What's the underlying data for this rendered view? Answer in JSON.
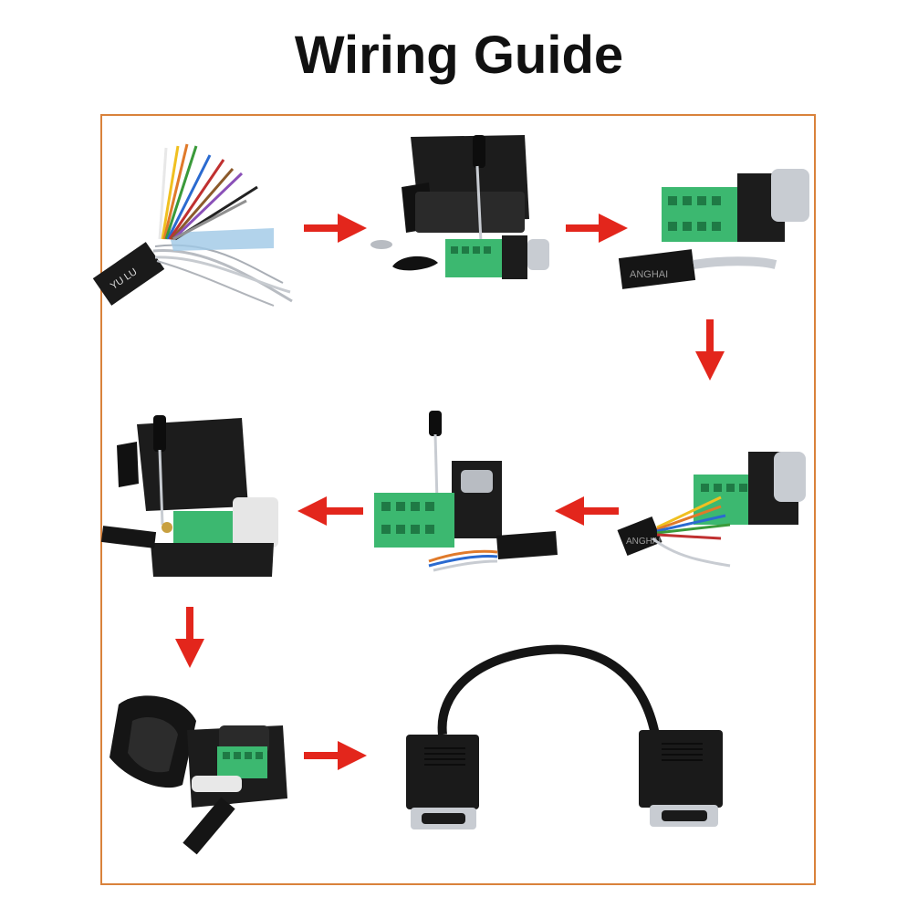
{
  "title": "Wiring Guide",
  "colors": {
    "frame_border": "#d9823b",
    "arrow": "#e3261c",
    "terminal_green": "#3cb870",
    "housing_black": "#1c1c1c",
    "metal": "#c8ccd2"
  },
  "cable_print": {
    "step1": "YU LU",
    "step3": "ANGHAI",
    "step4": "ANGHAI"
  },
  "steps": [
    {
      "icon": "stripped-cable-icon"
    },
    {
      "icon": "open-connector-kit-icon"
    },
    {
      "icon": "connector-with-cable-icon"
    },
    {
      "icon": "wires-into-terminal-icon"
    },
    {
      "icon": "screwing-terminal-icon"
    },
    {
      "icon": "closing-housing-icon"
    },
    {
      "icon": "assembled-connector-icon"
    },
    {
      "icon": "finished-cable-icon"
    }
  ]
}
